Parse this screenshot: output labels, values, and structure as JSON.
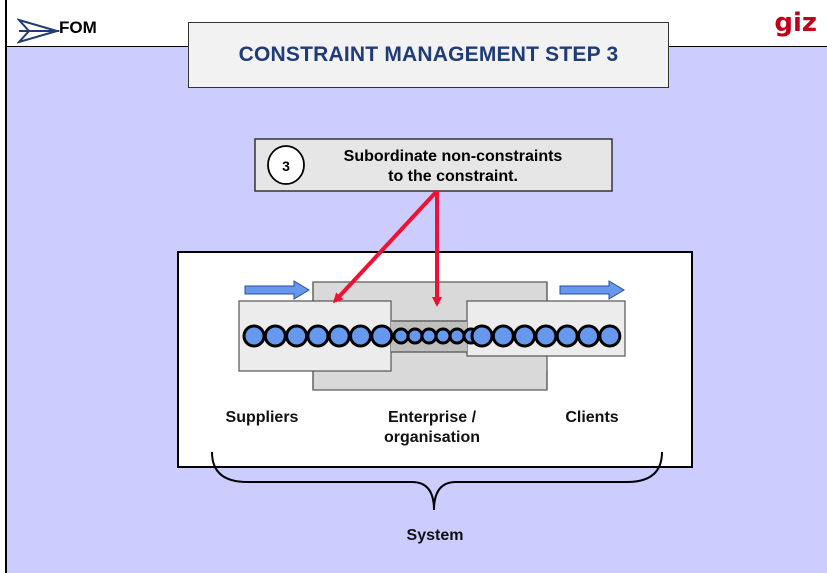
{
  "header": {
    "logo_left": "FOM",
    "logo_right": "giz",
    "title": "CONSTRAINT MANAGEMENT STEP 3"
  },
  "step": {
    "number": "3",
    "text_line1": "Subordinate non-constraints",
    "text_line2": "to the constraint."
  },
  "labels": {
    "suppliers": "Suppliers",
    "enterprise_line1": "Enterprise /",
    "enterprise_line2": "organisation",
    "clients": "Clients",
    "system": "System"
  },
  "colors": {
    "background": "#ccccff",
    "title_text": "#1f3b78",
    "arrow_red": "#ee1133",
    "arrow_blue": "#6699ee",
    "bead_fill": "#6699ee",
    "giz_red": "#c0001a"
  }
}
